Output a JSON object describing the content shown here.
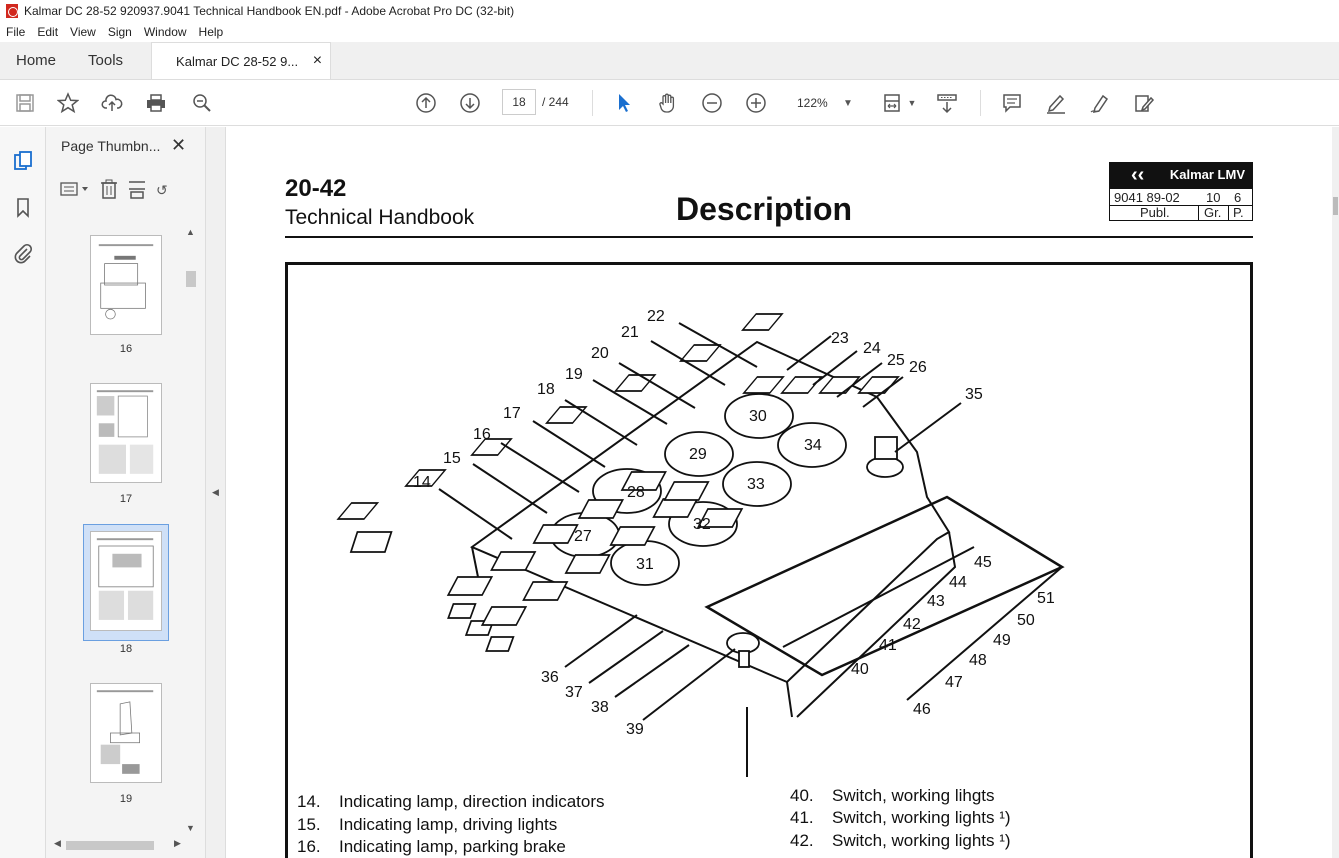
{
  "window": {
    "title": "Kalmar DC 28-52 920937.9041 Technical Handbook EN.pdf - Adobe Acrobat Pro DC (32-bit)"
  },
  "menu": [
    "File",
    "Edit",
    "View",
    "Sign",
    "Window",
    "Help"
  ],
  "tabs": {
    "home": "Home",
    "tools": "Tools",
    "document": "Kalmar DC 28-52 9...",
    "close": "×"
  },
  "toolbar": {
    "current_page": "18",
    "total_pages": "/ 244",
    "zoom": "122%"
  },
  "panel": {
    "title": "Page Thumbn...",
    "thumbnails": [
      {
        "label": "16"
      },
      {
        "label": "17"
      },
      {
        "label": "18",
        "selected": true
      },
      {
        "label": "19"
      }
    ]
  },
  "document": {
    "section": "20-42",
    "subtitle": "Technical Handbook",
    "heading": "Description",
    "logo_text": "Kalmar LMV",
    "ref_number": "9041 89-02",
    "ref_group": "10",
    "ref_page": "6",
    "ref_labels": {
      "publ": "Publ.",
      "gr": "Gr.",
      "p": "P."
    },
    "diagram_numbers": [
      "14",
      "15",
      "16",
      "17",
      "18",
      "19",
      "20",
      "21",
      "22",
      "23",
      "24",
      "25",
      "26",
      "27",
      "28",
      "29",
      "30",
      "31",
      "32",
      "33",
      "34",
      "35",
      "36",
      "37",
      "38",
      "39",
      "40",
      "41",
      "42",
      "43",
      "44",
      "45",
      "46",
      "47",
      "48",
      "49",
      "50",
      "51"
    ],
    "legend_left": [
      {
        "num": "14.",
        "text": "Indicating lamp, direction indicators"
      },
      {
        "num": "15.",
        "text": "Indicating lamp, driving lights"
      },
      {
        "num": "16.",
        "text": "Indicating lamp, parking brake"
      }
    ],
    "legend_right": [
      {
        "num": "40.",
        "text": "Switch, working lihgts"
      },
      {
        "num": "41.",
        "text": "Switch,  working lights ¹)"
      },
      {
        "num": "42.",
        "text": "Switch,  working lights ¹)"
      }
    ]
  }
}
